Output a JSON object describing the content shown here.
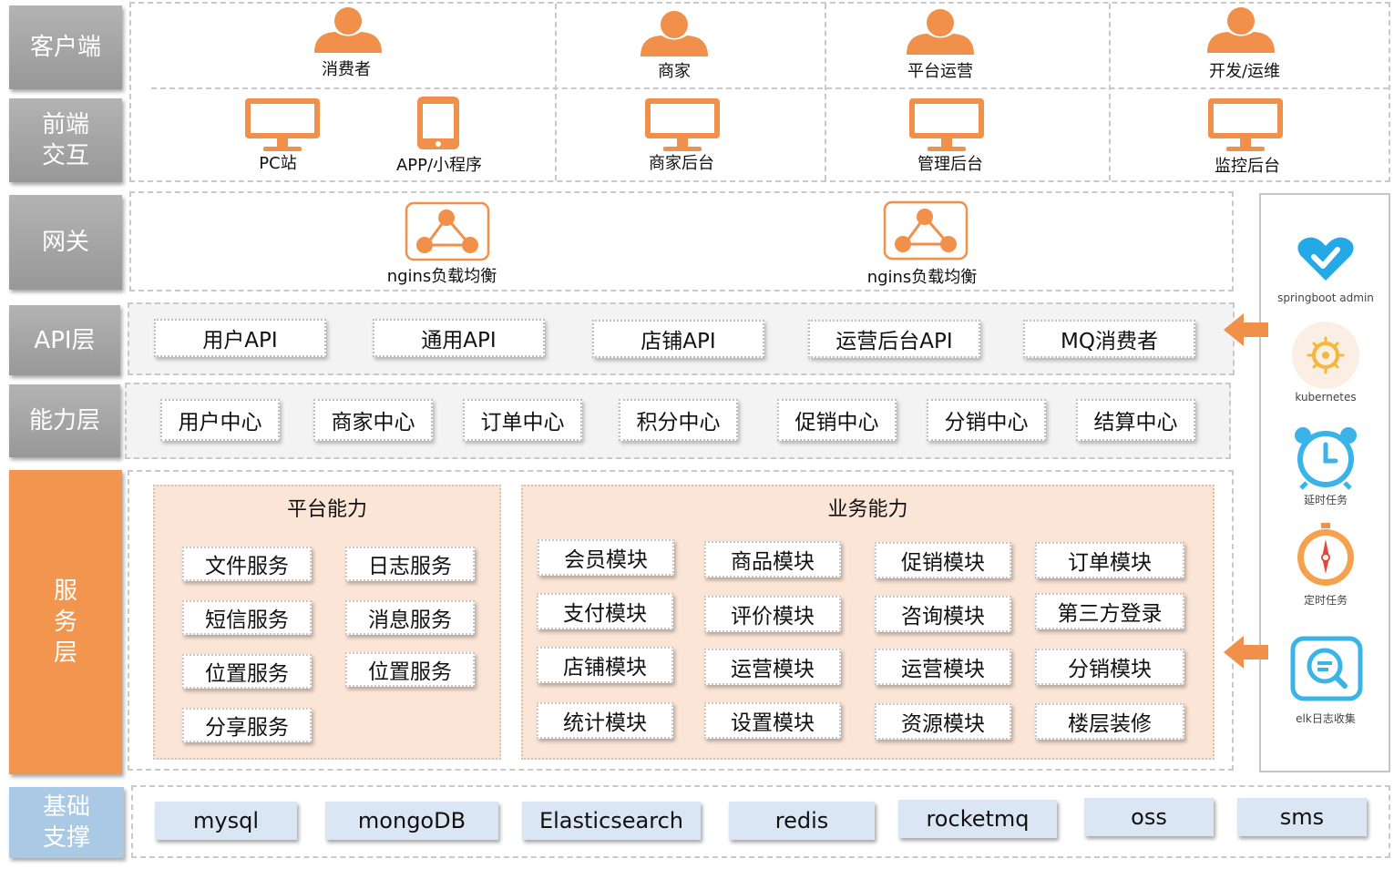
{
  "layers": {
    "client": "客户端",
    "frontend": "前端交互",
    "frontend_line1": "前端",
    "frontend_line2": "交互",
    "gateway": "网关",
    "api": "API层",
    "capability": "能力层",
    "service_line1": "服",
    "service_line2": "务",
    "service_line3": "层",
    "base_line1": "基础",
    "base_line2": "支撑"
  },
  "clients": [
    "消费者",
    "商家",
    "平台运营",
    "开发/运维"
  ],
  "frontends": [
    "PC站",
    "APP/小程序",
    "商家后台",
    "管理后台",
    "监控后台"
  ],
  "gateways": [
    "ngins负载均衡",
    "ngins负载均衡"
  ],
  "apis": [
    "用户API",
    "通用API",
    "店铺API",
    "运营后台API",
    "MQ消费者"
  ],
  "centers": [
    "用户中心",
    "商家中心",
    "订单中心",
    "积分中心",
    "促销中心",
    "分销中心",
    "结算中心"
  ],
  "platform": {
    "title": "平台能力",
    "items": [
      "文件服务",
      "日志服务",
      "短信服务",
      "消息服务",
      "位置服务",
      "位置服务",
      "分享服务"
    ]
  },
  "business": {
    "title": "业务能力",
    "items": [
      "会员模块",
      "商品模块",
      "促销模块",
      "订单模块",
      "支付模块",
      "评价模块",
      "咨询模块",
      "第三方登录",
      "店铺模块",
      "运营模块",
      "运营模块",
      "分销模块",
      "统计模块",
      "设置模块",
      "资源模块",
      "楼层装修"
    ]
  },
  "infra": [
    "mysql",
    "mongoDB",
    "Elasticsearch",
    "redis",
    "rocketmq",
    "oss",
    "sms"
  ],
  "ops": [
    "springboot admin",
    "kubernetes",
    "延时任务",
    "定时任务",
    "elk日志收集"
  ],
  "colors": {
    "accent": "#f0904a",
    "layer_gray": "#a6a6a6",
    "service_orange": "#f2964f",
    "base_blue": "#a9c9e4",
    "panel_fill": "#fbe5d6",
    "infra_fill": "#dae6f3"
  }
}
